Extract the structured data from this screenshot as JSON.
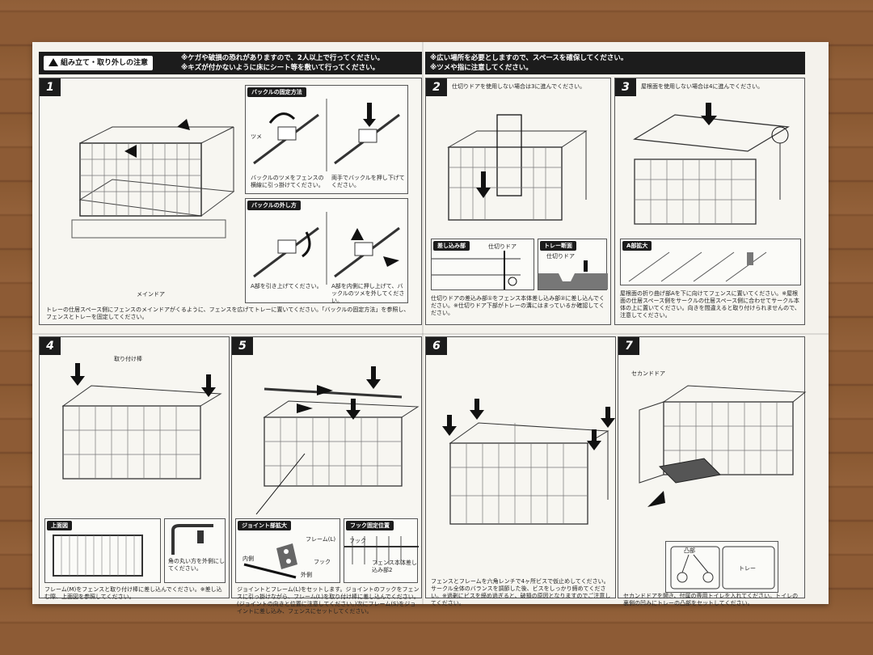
{
  "header": {
    "title": "組み立て・取り外しの注意",
    "left_notes": [
      "※ケガや破損の恐れがありますので、2人以上で行ってください。",
      "※キズが付かないように床にシート等を敷いて行ってください。"
    ],
    "right_notes": [
      "※広い場所を必要としますので、スペースを確保してください。",
      "※ツメや指に注意してください。"
    ]
  },
  "steps": [
    {
      "num": "1",
      "label_main_door": "メインドア",
      "caption": "トレーの仕居スペース側にフェンスのメインドアがくるように、フェンスを広げてトレーに置いてください。「バックルの固定方法」を参照し、フェンスとトレーを固定してください。"
    },
    {
      "num": "2",
      "note": "仕切りドアを使用しない場合は3に進んでください。",
      "caption": "仕切りドアの差込み部①をフェンス本体差し込み部②に差し込んでください。※仕切りドア下部がトレーの溝にはまっているか確認してください。"
    },
    {
      "num": "3",
      "note": "屋根面を使用しない場合は4に進んでください。",
      "caption": "屋根面の折り曲げ部Aを下に向けてフェンスに置いてください。※屋根面の仕居スペース側をサークルの仕居スペース側に合わせてサークル本体の上に置いてください。向きを間違えると取り付けられませんので、注意してください。"
    },
    {
      "num": "4",
      "label_rod": "取り付け棒",
      "caption": "フレーム(M)をフェンスと取り付け棒に差し込んでください。※差し込む際、上面図を参照してください。"
    },
    {
      "num": "5",
      "caption": "ジョイントとフレーム(L)をセットします。ジョイントのフックをフェンスに引っ掛けながら、フレーム(L)を取り付け棒に差し込んでください。(ジョイントの向きと位置に注意してください。)次にフレーム(S)をジョイントに差し込み、フェンスにセットしてください。"
    },
    {
      "num": "6",
      "caption": "フェンスとフレームを六角レンチで4ヶ所ビスで仮止めしてください。サークル全体のバランスを調節した後、ビスをしっかり締めてください。※過剰にビスを締め過ぎると、破損の原因となりますのでご注意してください。"
    },
    {
      "num": "7",
      "label_second_door": "セカンドドア",
      "caption": "セカンドドアを開き、付属の専用トイレを入れてください。トイレの裏側の凹みにトレーの凸部をセットしてください。"
    }
  ],
  "subpanels": {
    "buckle_fix": {
      "title": "バックルの固定方法",
      "tsume": "ツメ",
      "text1": "バックルのツメをフェンスの横線に引っ掛けてください。",
      "text2": "両手でバックルを押し下げてください。"
    },
    "buckle_remove": {
      "title": "バックルの外し方",
      "text1": "A部を引き上げてください。",
      "text2": "A部を内側に押し上げて、バックルのツメを外してください。"
    },
    "insert": {
      "title": "差し込み部",
      "label": "仕切りドア"
    },
    "tray_section": {
      "title": "トレー断面",
      "label": "仕切りドア"
    },
    "a_detail": {
      "title": "A部拡大"
    },
    "top_view": {
      "title": "上面図",
      "text": "角の丸い方を外側にしてください。"
    },
    "joint": {
      "title": "ジョイント部拡大",
      "frame_l": "フレーム(L)",
      "hook": "フック",
      "inner": "内側",
      "outer": "外側"
    },
    "hook_pos": {
      "title": "フック固定位置",
      "hook": "フック",
      "fence": "フェンス本体差し込み部2"
    },
    "toilet": {
      "convex": "凸部",
      "tray": "トレー"
    }
  }
}
